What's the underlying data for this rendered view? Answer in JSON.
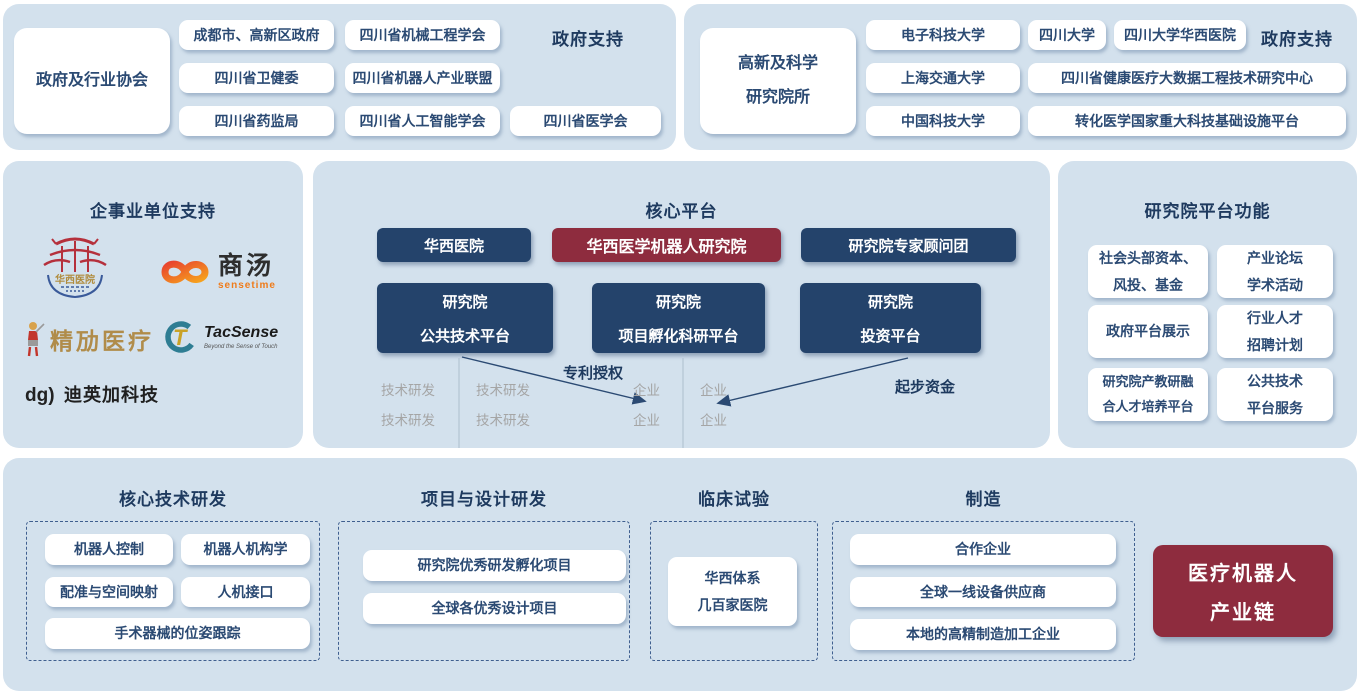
{
  "colors": {
    "panel_bg": "#d3e1ed",
    "navy_box": "#24436b",
    "red_box": "#8e2c3e",
    "title_text": "#1e3a5f",
    "box_text": "#2b4a73",
    "gray_text": "#a5a5a5",
    "arrow": "#2b4a73",
    "dashed_border": "#3f5f8f"
  },
  "top_left": {
    "lead": "政府及行业协会",
    "support": "政府支持",
    "boxes": [
      "成都市、高新区政府",
      "四川省机械工程学会",
      "四川省卫健委",
      "四川省机器人产业联盟",
      "四川省药监局",
      "四川省人工智能学会",
      "四川省医学会"
    ]
  },
  "top_right": {
    "lead": [
      "高新及科学",
      "研究院所"
    ],
    "support": "政府支持",
    "boxes": [
      "电子科技大学",
      "四川大学",
      "四川大学华西医院",
      "上海交通大学",
      "四川省健康医疗大数据工程技术研究中心",
      "中国科技大学",
      "转化医学国家重大科技基础设施平台"
    ]
  },
  "enterprise": {
    "title": "企事业单位支持",
    "seal_text": "华西医院",
    "sensetime_cn": "商汤",
    "sensetime_en": "sensetime",
    "jingmai": "精劢医疗",
    "tacsense": "TacSense",
    "tacsense_tag": "Beyond the Sense of Touch",
    "diyingjia_mark": "dg)",
    "diyingjia": "迪英加科技"
  },
  "core": {
    "title": "核心平台",
    "row1": [
      "华西医院",
      "华西医学机器人研究院",
      "研究院专家顾问团"
    ],
    "row2": [
      [
        "研究院",
        "公共技术平台"
      ],
      [
        "研究院",
        "项目孵化科研平台"
      ],
      [
        "研究院",
        "投资平台"
      ]
    ],
    "patent_label": "专利授权",
    "seed_label": "起步资金",
    "rd_label": "技术研发",
    "ent_label": "企业"
  },
  "functions": {
    "title": "研究院平台功能",
    "boxes": [
      [
        "社会头部资本、",
        "风投、基金"
      ],
      [
        "产业论坛",
        "学术活动"
      ],
      [
        "政府平台展示",
        ""
      ],
      [
        "行业人才",
        "招聘计划"
      ],
      [
        "研究院产教研融",
        "合人才培养平台"
      ],
      [
        "公共技术",
        "平台服务"
      ]
    ]
  },
  "bottom": {
    "sections": [
      {
        "title": "核心技术研发",
        "boxes": [
          "机器人控制",
          "机器人机构学",
          "配准与空间映射",
          "人机接口",
          "手术器械的位姿跟踪"
        ]
      },
      {
        "title": "项目与设计研发",
        "boxes": [
          "研究院优秀研发孵化项目",
          "全球各优秀设计项目"
        ]
      },
      {
        "title": "临床试验",
        "box_lines": [
          "华西体系",
          "几百家医院"
        ]
      },
      {
        "title": "制造",
        "boxes": [
          "合作企业",
          "全球一线设备供应商",
          "本地的高精制造加工企业"
        ]
      }
    ],
    "chain": [
      "医疗机器人",
      "产业链"
    ]
  }
}
